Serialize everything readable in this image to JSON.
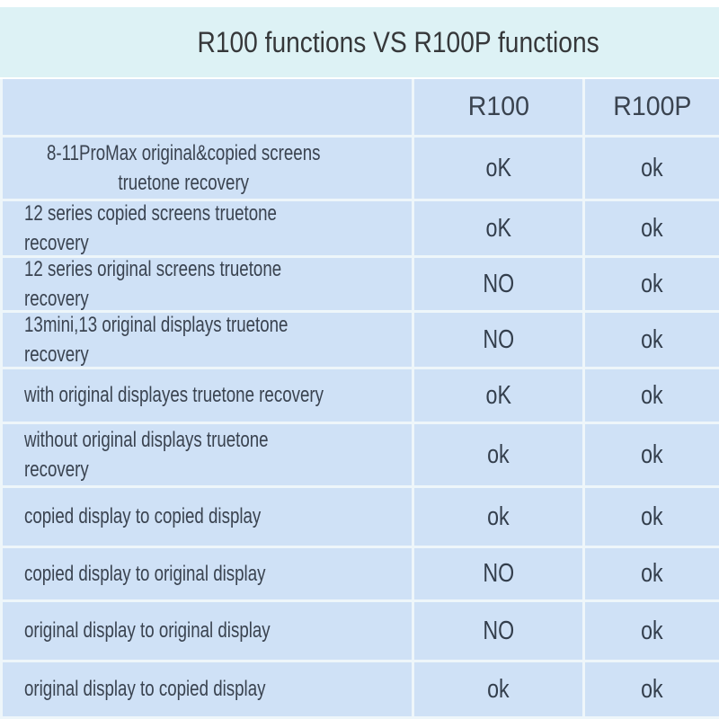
{
  "title": "R100 functions VS R100P functions",
  "colors": {
    "title_band": "#ddf2f5",
    "cell_background": "#cfe1f6",
    "grid_line": "#eef6fa",
    "title_text": "#36383a",
    "cell_text": "#3a4350",
    "value_text": "#333e4c"
  },
  "chart_data": {
    "type": "table",
    "title": "R100 functions VS R100P functions",
    "columns": [
      "",
      "R100",
      "R100P"
    ],
    "rows": [
      [
        "8-11ProMax original&copied screens\ntruetone recovery",
        "oK",
        "ok"
      ],
      [
        "12 series copied screens truetone recovery",
        "oK",
        "ok"
      ],
      [
        "12 series original screens truetone recovery",
        "NO",
        "ok"
      ],
      [
        "13mini,13 original displays truetone recovery",
        "NO",
        "ok"
      ],
      [
        "with original displayes truetone recovery",
        "oK",
        "ok"
      ],
      [
        "without original displays truetone recovery",
        "ok",
        "ok"
      ],
      [
        "copied display to copied display",
        "ok",
        "ok"
      ],
      [
        "copied display to original display",
        "NO",
        "ok"
      ],
      [
        "original display to original display",
        "NO",
        "ok"
      ],
      [
        "original display to copied display",
        "ok",
        "ok"
      ]
    ]
  }
}
